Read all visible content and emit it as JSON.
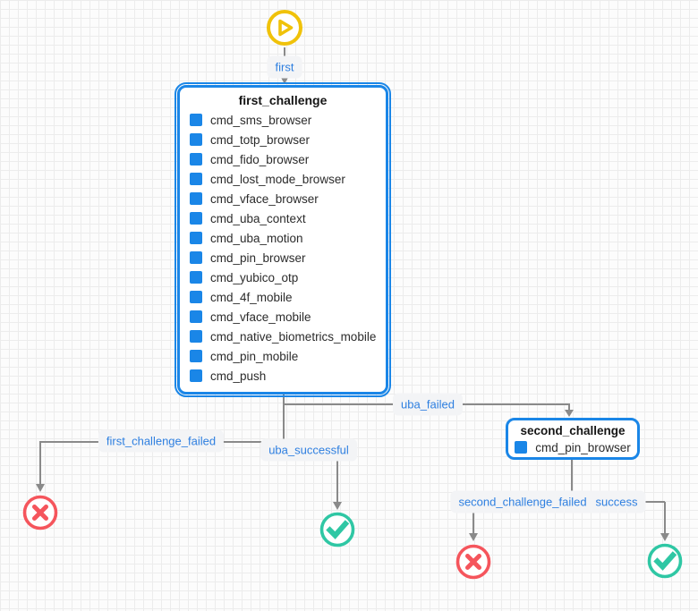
{
  "colors": {
    "node_border": "#1a86e7",
    "edge": "#8a8a8a",
    "label_text": "#2e7fe0",
    "label_bg": "#f3f4f6",
    "start": "#f0c20a",
    "fail": "#f5555c",
    "success_c": "#2fc7a4",
    "grid_line": "#ececec",
    "canvas_bg": "#fcfcfc"
  },
  "diagram": {
    "nodes": [
      {
        "title": "first_challenge",
        "items": [
          "cmd_sms_browser",
          "cmd_totp_browser",
          "cmd_fido_browser",
          "cmd_lost_mode_browser",
          "cmd_vface_browser",
          "cmd_uba_context",
          "cmd_uba_motion",
          "cmd_pin_browser",
          "cmd_yubico_otp",
          "cmd_4f_mobile",
          "cmd_vface_mobile",
          "cmd_native_biometrics_mobile",
          "cmd_pin_mobile",
          "cmd_push"
        ]
      },
      {
        "title": "second_challenge",
        "items": [
          "cmd_pin_browser"
        ]
      }
    ],
    "edge_labels": {
      "first": "first",
      "uba_failed": "uba_failed",
      "first_challenge_failed": "first_challenge_failed",
      "uba_successful": "uba_successful",
      "second_challenge_failed": "second_challenge_failed",
      "success": "success"
    },
    "terminals": [
      {
        "type": "fail"
      },
      {
        "type": "success"
      },
      {
        "type": "fail"
      },
      {
        "type": "success"
      }
    ]
  }
}
